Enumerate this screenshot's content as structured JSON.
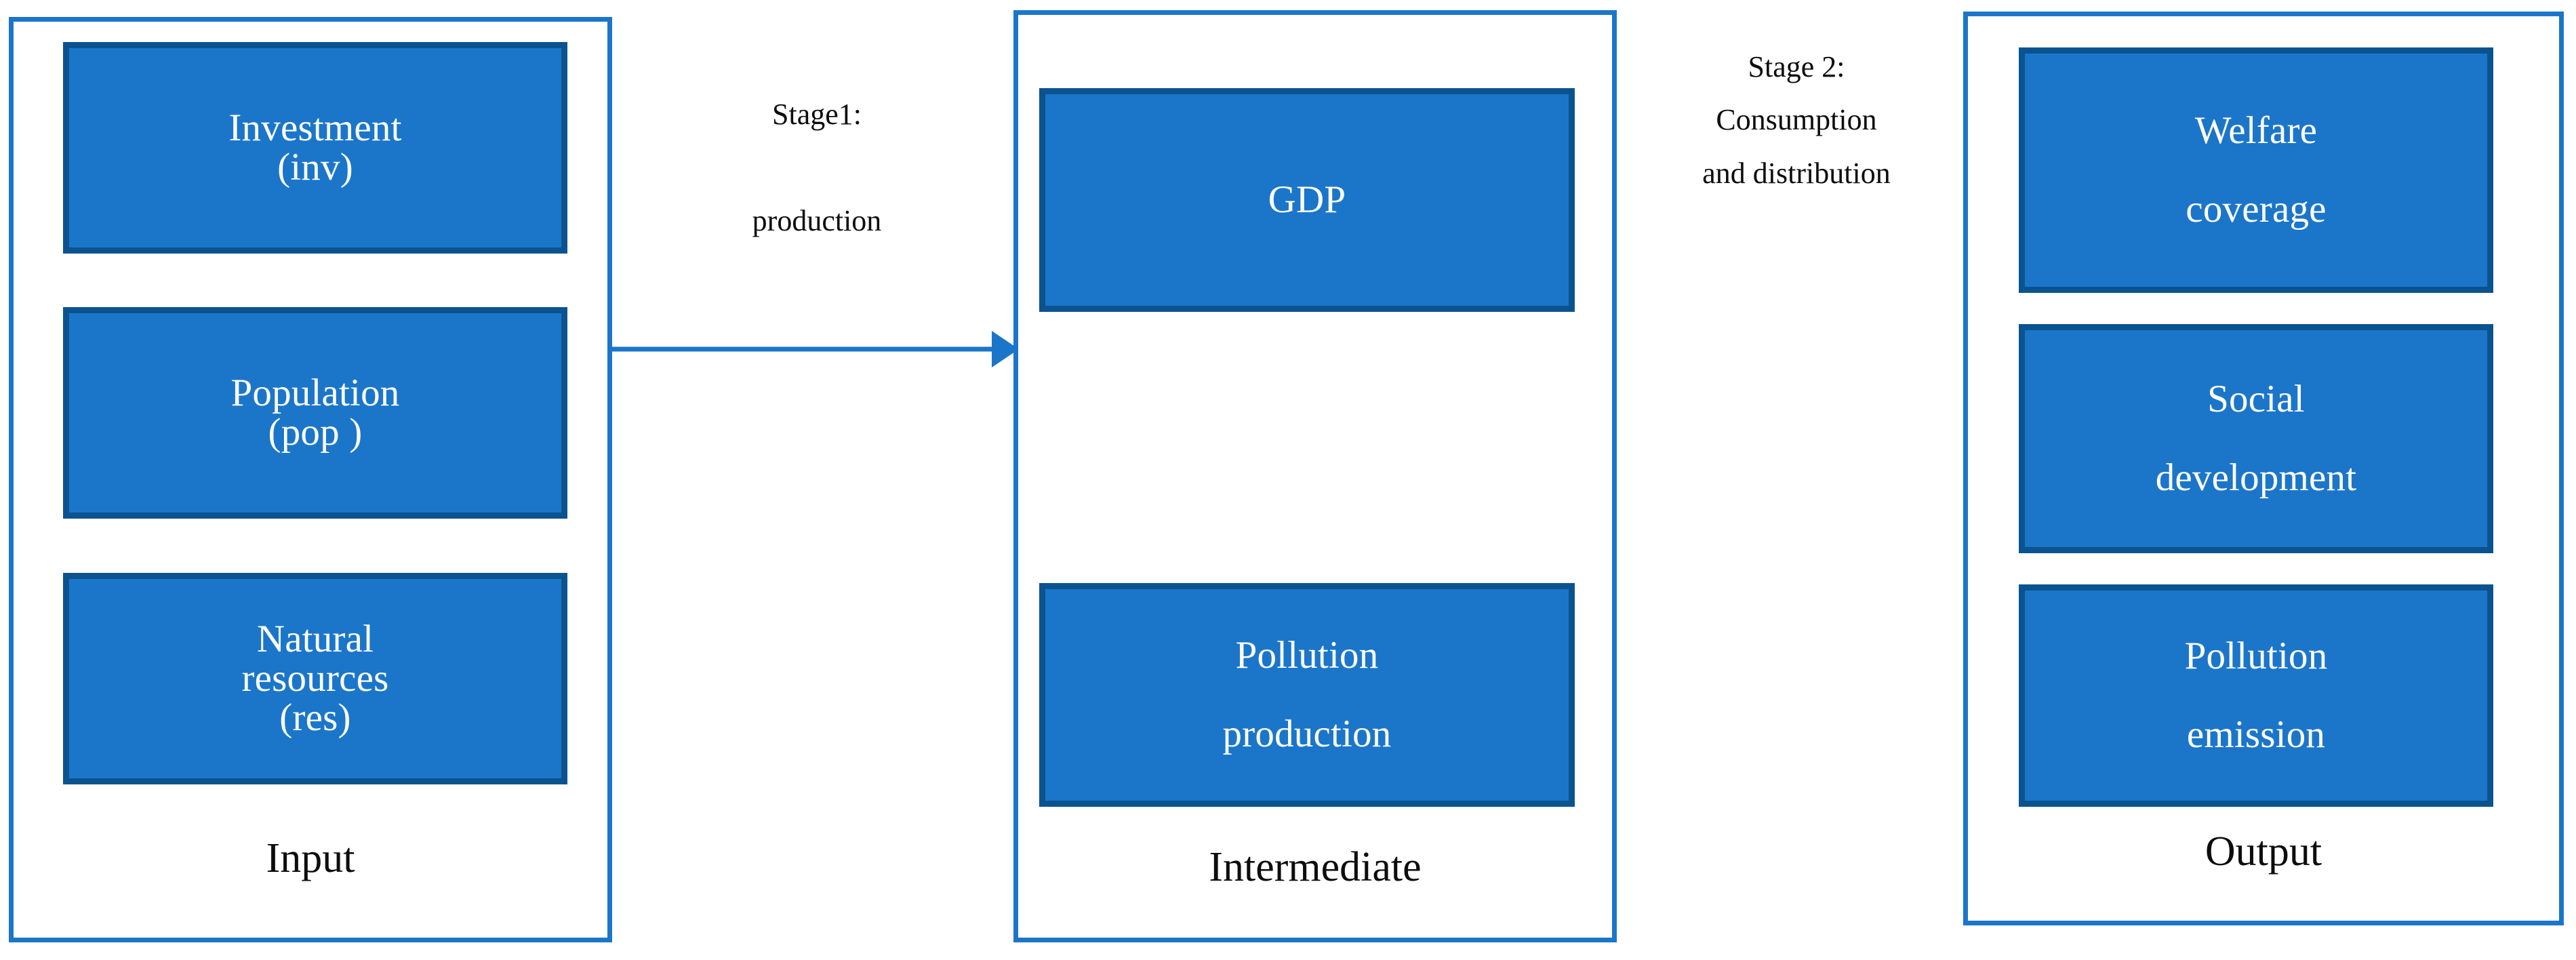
{
  "diagram": {
    "title_colors": {
      "box_fill": "#1B76C9",
      "box_border": "#0B538F",
      "panel_border": "#1B76C9",
      "arrow": "#1B76C9",
      "box_text": "#FFFFFF",
      "caption_text": "#0D0D0D"
    },
    "groups": [
      {
        "caption": "Input",
        "boxes": [
          {
            "label": "Investment\n(inv)"
          },
          {
            "label": "Population\n(pop )"
          },
          {
            "label": "Natural\nresources\n(res)"
          }
        ]
      },
      {
        "caption": "Intermediate",
        "boxes": [
          {
            "label": "GDP"
          },
          {
            "label": "Pollution\n\nproduction"
          }
        ]
      },
      {
        "caption": "Output",
        "boxes": [
          {
            "label": "Welfare\n\ncoverage"
          },
          {
            "label": "Social\n\ndevelopment"
          },
          {
            "label": "Pollution\n\nemission"
          }
        ]
      }
    ],
    "stages": [
      {
        "label": "Stage1:\n\nproduction"
      },
      {
        "label": "Stage 2:\nConsumption\nand distribution"
      }
    ]
  }
}
